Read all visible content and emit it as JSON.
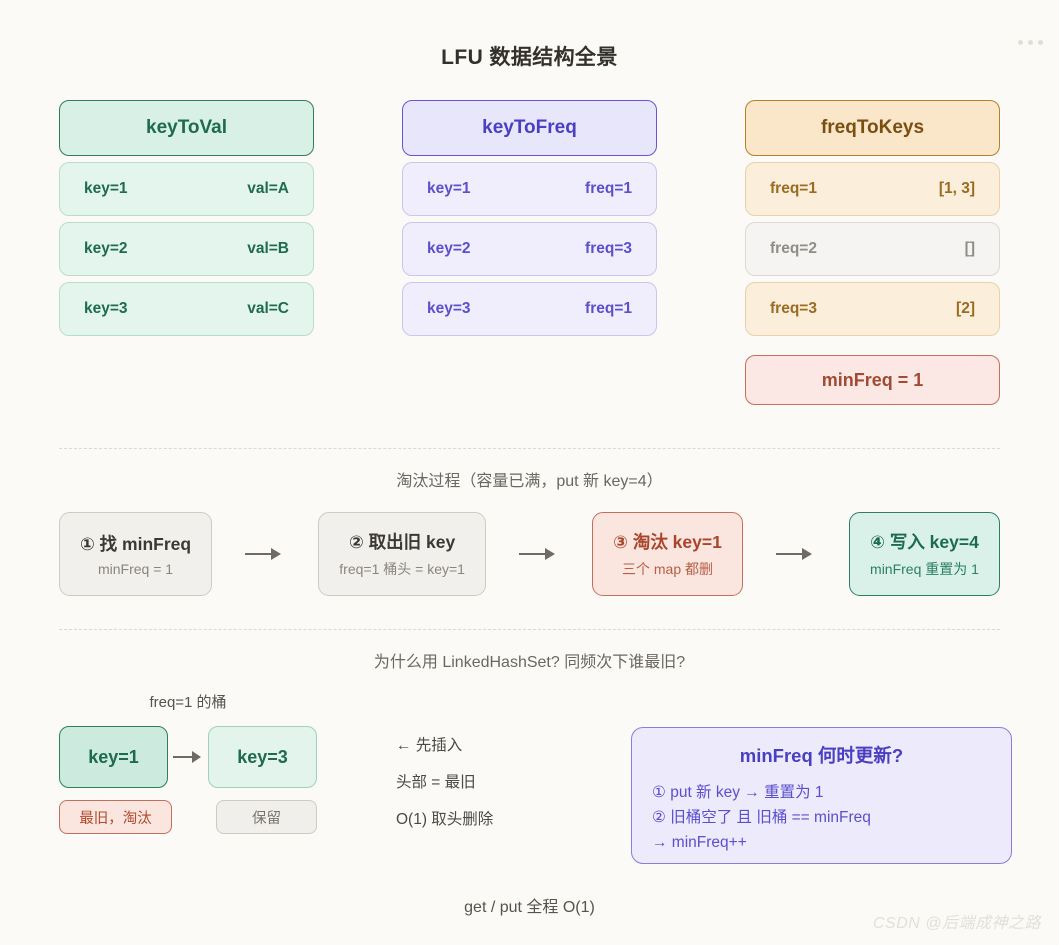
{
  "page": {
    "title": "LFU 数据结构全景",
    "menu_icon": "ellipsis-icon",
    "footer_note": "get / put 全程 O(1)",
    "watermark": "CSDN @后端成神之路"
  },
  "maps": [
    {
      "name": "keyToVal",
      "theme": "green",
      "rows": [
        {
          "left": "key=1",
          "right": "val=A",
          "dim": false
        },
        {
          "left": "key=2",
          "right": "val=B",
          "dim": false
        },
        {
          "left": "key=3",
          "right": "val=C",
          "dim": false
        }
      ]
    },
    {
      "name": "keyToFreq",
      "theme": "purple",
      "rows": [
        {
          "left": "key=1",
          "right": "freq=1",
          "dim": false
        },
        {
          "left": "key=2",
          "right": "freq=3",
          "dim": false
        },
        {
          "left": "key=3",
          "right": "freq=1",
          "dim": false
        }
      ]
    },
    {
      "name": "freqToKeys",
      "theme": "amber",
      "rows": [
        {
          "left": "freq=1",
          "right": "[1, 3]",
          "dim": false
        },
        {
          "left": "freq=2",
          "right": "[]",
          "dim": true
        },
        {
          "left": "freq=3",
          "right": "[2]",
          "dim": false
        }
      ],
      "minfreq_box": "minFreq = 1"
    }
  ],
  "eviction": {
    "caption": "淘汰过程（容量已满，put 新 key=4）",
    "steps": [
      {
        "title": "① 找 minFreq",
        "sub": "minFreq = 1",
        "style": "gray"
      },
      {
        "title": "② 取出旧 key",
        "sub": "freq=1 桶头 = key=1",
        "style": "gray"
      },
      {
        "title": "③ 淘汰 key=1",
        "sub": "三个 map 都删",
        "style": "red"
      },
      {
        "title": "④ 写入 key=4",
        "sub": "minFreq 重置为 1",
        "style": "teal"
      }
    ]
  },
  "bucket": {
    "caption": "为什么用 LinkedHashSet? 同频次下谁最旧?",
    "label": "freq=1 的桶",
    "nodes": [
      {
        "text": "key=1",
        "tone": "dark"
      },
      {
        "text": "key=3",
        "tone": "light"
      }
    ],
    "tags": [
      {
        "text": "最旧，淘汰",
        "tone": "evict"
      },
      {
        "text": "保留",
        "tone": "keep"
      }
    ],
    "notes": [
      "← 先插入",
      "头部 = 最旧",
      "O(1) 取头删除"
    ]
  },
  "update_panel": {
    "title": "minFreq 何时更新?",
    "lines": [
      "① put 新 key → 重置为 1",
      "② 旧桶空了 且 旧桶 == minFreq",
      "→ minFreq++"
    ]
  },
  "colors": {
    "bg": "#fbfaf7",
    "green": "#2e7d63",
    "purple": "#6456d6",
    "amber": "#b5802a",
    "red": "#c4705c",
    "gray": "#cfcac2"
  }
}
